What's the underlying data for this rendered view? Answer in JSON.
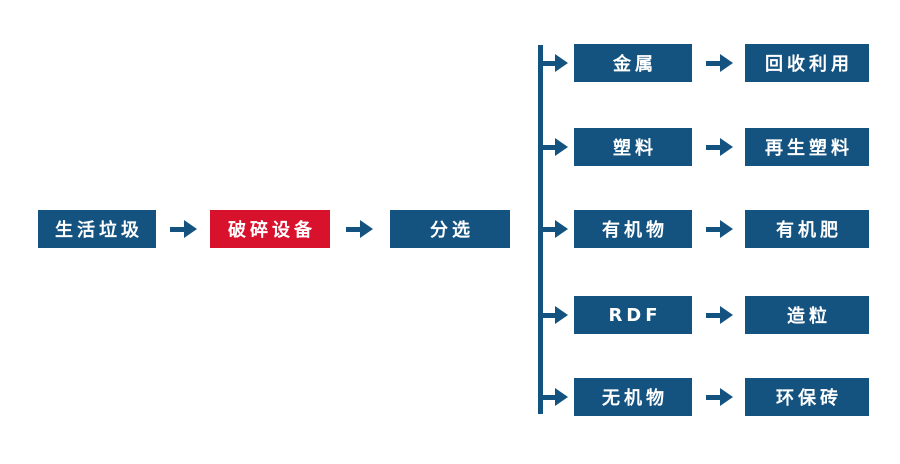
{
  "diagram": {
    "title": "waste-processing-flowchart",
    "main_flow": [
      {
        "label": "生活垃圾"
      },
      {
        "label": "破碎设备"
      },
      {
        "label": "分选"
      }
    ],
    "branches": [
      {
        "category": "金属",
        "result": "回收利用"
      },
      {
        "category": "塑料",
        "result": "再生塑料"
      },
      {
        "category": "有机物",
        "result": "有机肥"
      },
      {
        "category": "RDF",
        "result": "造粒"
      },
      {
        "category": "无机物",
        "result": "环保砖"
      }
    ],
    "colors": {
      "box_navy": "#14527f",
      "box_red": "#d8112c",
      "box_text": "#ffffff",
      "background": "#ffffff"
    }
  }
}
